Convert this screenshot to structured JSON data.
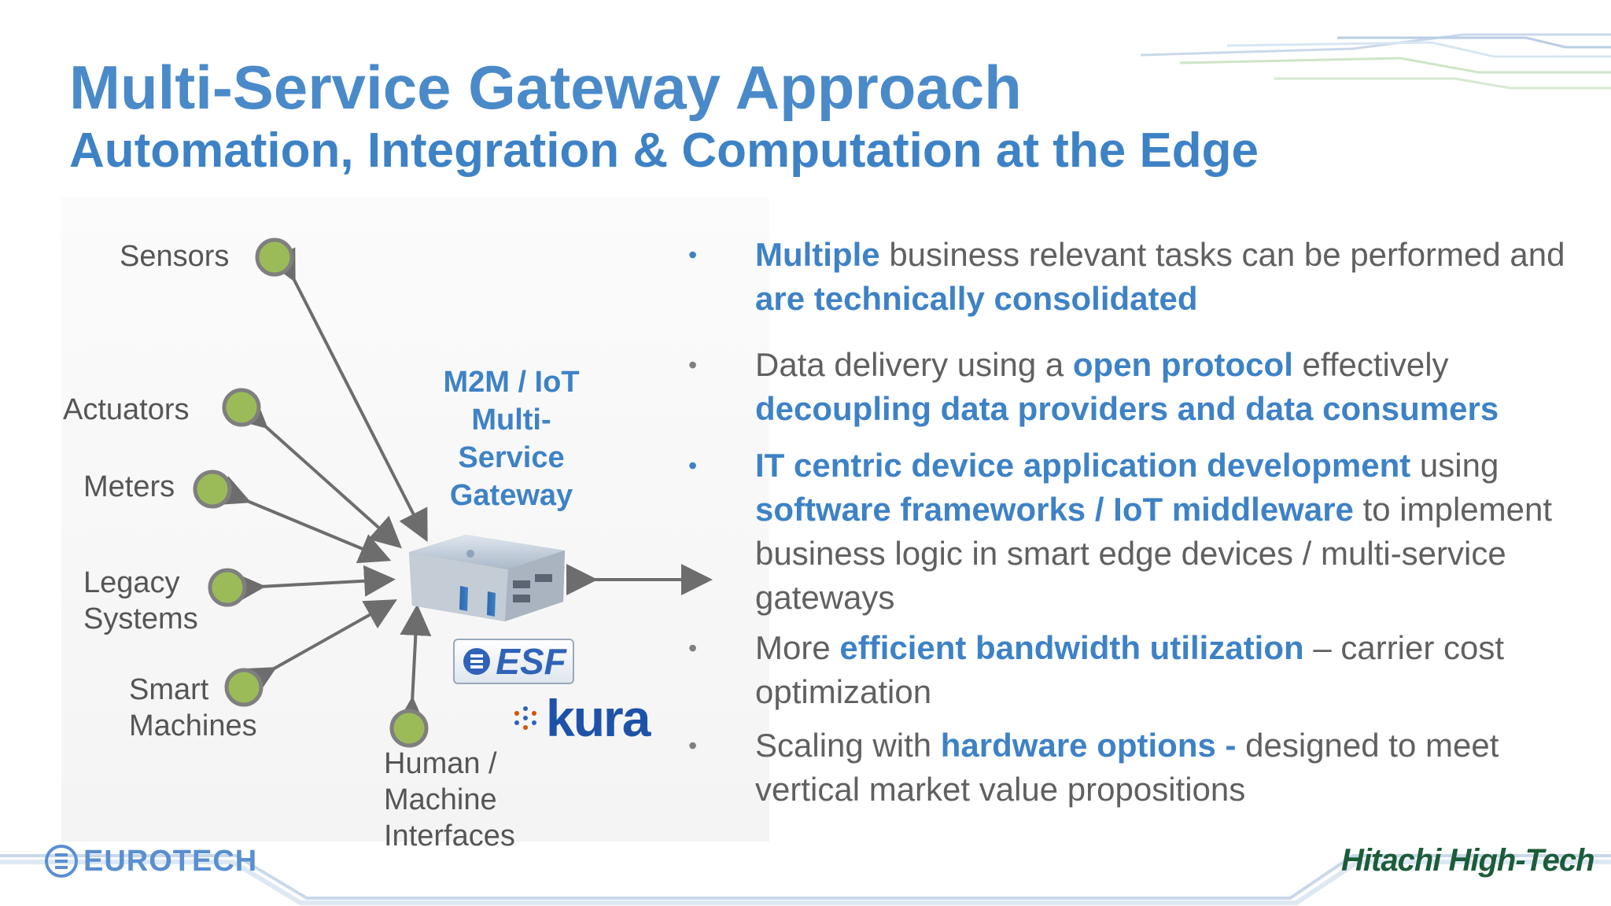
{
  "title": "Multi-Service Gateway Approach",
  "subtitle": "Automation, Integration & Computation at the Edge",
  "diagram": {
    "nodes": [
      {
        "id": "sensors",
        "label": "Sensors"
      },
      {
        "id": "actuators",
        "label": "Actuators"
      },
      {
        "id": "meters",
        "label": "Meters"
      },
      {
        "id": "legacy",
        "label": "Legacy\nSystems"
      },
      {
        "id": "smart",
        "label": "Smart\nMachines"
      },
      {
        "id": "hmi",
        "label": "Human /\nMachine\nInterfaces"
      }
    ],
    "gateway_label": "M2M / IoT\nMulti-\nService\nGateway",
    "logos": {
      "esf": "ESF",
      "kura": "kura"
    },
    "colors": {
      "node_fill": "#9bbb59",
      "node_stroke": "#7f7f7f",
      "arrow": "#6d6d6d",
      "accent": "#3e82c6"
    }
  },
  "bullets": [
    [
      {
        "t": "Multiple",
        "h": true
      },
      {
        "t": " business relevant tasks can be performed and "
      },
      {
        "t": "are technically consolidated",
        "h": true
      }
    ],
    [
      {
        "t": "Data delivery using a "
      },
      {
        "t": "open protocol",
        "h": true
      },
      {
        "t": " effectively "
      },
      {
        "t": "decoupling data providers and data consumers",
        "h": true
      }
    ],
    [
      {
        "t": "IT centric device application development",
        "h": true
      },
      {
        "t": " using "
      },
      {
        "t": "software frameworks / IoT middleware",
        "h": true
      },
      {
        "t": " to implement business logic in smart edge devices / multi-service gateways"
      }
    ],
    [
      {
        "t": "More "
      },
      {
        "t": "efficient bandwidth utilization",
        "h": true
      },
      {
        "t": " – carrier cost optimization"
      }
    ],
    [
      {
        "t": "Scaling with "
      },
      {
        "t": "hardware options -",
        "h": true
      },
      {
        "t": " designed to meet vertical market value propositions"
      }
    ]
  ],
  "bullet_dot_colors": [
    "#3e82c6",
    "#808080",
    "#3e82c6",
    "#808080",
    "#808080"
  ],
  "footer": {
    "left_logo": "EUROTECH",
    "right_logo": "Hitachi High-Tech"
  }
}
